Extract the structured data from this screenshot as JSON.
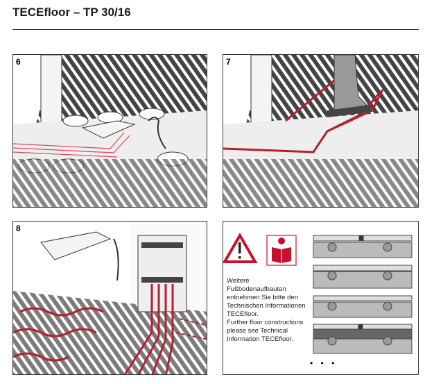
{
  "header": {
    "title": "TECEfloor – TP 30/16"
  },
  "panels": [
    {
      "number": "6"
    },
    {
      "number": "7"
    },
    {
      "number": "8"
    }
  ],
  "info": {
    "text_de": "Weitere Fußbodenaufbauten entnehmen Sie bitte den Technischen Informationen TECEfloor.",
    "text_en": "Further floor constructions please see Technical Information TECEfloor.",
    "more": "• • •",
    "icons": [
      "warning-triangle-icon",
      "read-manual-icon"
    ],
    "accent": "#c8102e"
  }
}
